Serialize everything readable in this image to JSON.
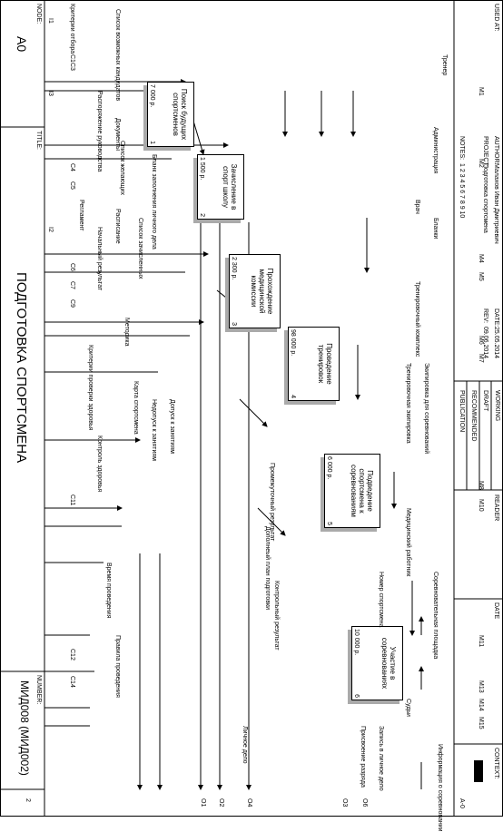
{
  "header": {
    "used_at": "USED AT:",
    "author_label": "AUTHOR:",
    "author": "Малахов Иван Дмитриевич",
    "project_label": "PROJECT:",
    "project": "Подготовка спортсмена",
    "date_label": "DATE:",
    "date": "25.05.2014",
    "rev_label": "REV:",
    "rev": "09.06.2014",
    "notes_label": "NOTES:",
    "notes": "1 2 3 4 5 6 7 8 9 10",
    "status": [
      "WORKING",
      "DRAFT",
      "RECOMMENDED",
      "PUBLICATION"
    ],
    "reader": "READER",
    "date2": "DATE",
    "context": "CONTEXT:",
    "node_ref": "A-0"
  },
  "footer": {
    "node_label": "NODE:",
    "node": "A0",
    "title_label": "TITLE:",
    "title": "ПОДГОТОВКА СПОРТСМЕНА",
    "number_label": "NUMBER:",
    "number": "МИД008 (МИД002)",
    "page": "2"
  },
  "boxes": [
    {
      "title": "Поиск будущих спортсменов",
      "cost": "7 000 р.",
      "num": "1"
    },
    {
      "title": "Зачисление в спорт школу",
      "cost": "1 500 р.",
      "num": "2"
    },
    {
      "title": "Прохождение медицинской комиссии",
      "cost": "2 300 р.",
      "num": "3"
    },
    {
      "title": "Проведение тренировок",
      "cost": "98 000 р.",
      "num": "4"
    },
    {
      "title": "Подведение спортсмена к соревнованиям",
      "cost": "6 000 р.",
      "num": "5"
    },
    {
      "title": "Участие в соревнованиях",
      "cost": "10 000 р.",
      "num": "6"
    }
  ],
  "labels": {
    "inputs": [
      "Критерии отбора",
      "Список возможных кандидатов",
      "Бланк заполнения личного дела",
      "Начальный результат"
    ],
    "input_codes": [
      "I1",
      "I3",
      "I2"
    ],
    "controls": [
      "Документы",
      "Распоряжение руководства",
      "Список желающих",
      "Регламент",
      "Расписание",
      "Список зачисленных",
      "Критерии проверки здоровья",
      "Методика",
      "Карта спортсмена",
      "Недопуск к занятиям",
      "Допуск к занятиям",
      "Контроль здоровья",
      "Время проведения",
      "Правила проведения",
      "Промежуточный результат",
      "Дополнеый план подготовки",
      "Контрольный результат",
      "Личное дело",
      "Присвоение разряда",
      "Запись в личное дело",
      "Информация о соревновании"
    ],
    "control_codes": [
      "C1C3",
      "C4",
      "C5",
      "C6",
      "C7",
      "C9",
      "C11",
      "C12",
      "C14"
    ],
    "outputs": [
      "O1",
      "O2",
      "O4",
      "O3",
      "O6"
    ],
    "mechanisms": [
      "Тренер",
      "Администрация",
      "Врач",
      "Бланки",
      "Тренировочный комплекс",
      "Тренировочная экипировка",
      "Экипировка для соревнований",
      "Медицинский работник",
      "Номер спортсмена",
      "Соревновательная площадка",
      "Судьи"
    ],
    "mech_codes": [
      "M1",
      "M2",
      "M4",
      "M5",
      "M6",
      "M7",
      "M8",
      "M10",
      "M11",
      "M13",
      "M14",
      "M15"
    ]
  }
}
